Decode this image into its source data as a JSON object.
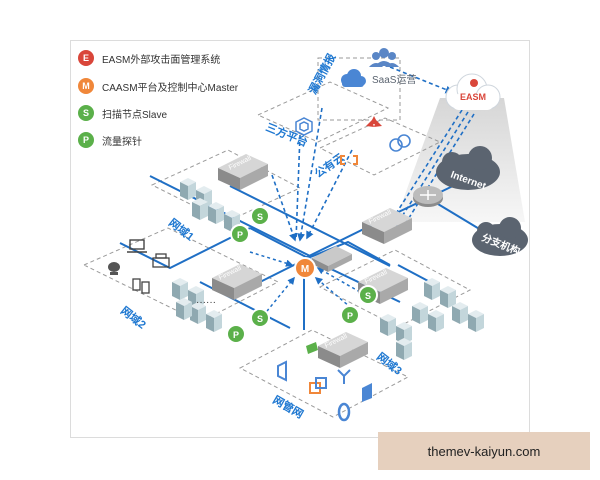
{
  "legend": [
    {
      "badge": "E",
      "label": "EASM外部攻击面管理系统",
      "color": "#d9463a"
    },
    {
      "badge": "M",
      "label": "CAASM平台及控制中心Master",
      "color": "#f0873a"
    },
    {
      "badge": "S",
      "label": "扫描节点Slave",
      "color": "#5bb04a"
    },
    {
      "badge": "P",
      "label": "流量探针",
      "color": "#5bb04a"
    }
  ],
  "labels": {
    "saas": "SaaS运营",
    "easm_cloud": "EASM",
    "vuln_intel": "漏洞情报",
    "third_party": "三方平台",
    "public_cloud": "公有云",
    "internet": "Internet",
    "branch": "分支机构",
    "domain1": "网域1",
    "domain2": "网域2",
    "domain3": "网域3",
    "dmz": "网管网",
    "firewall": "Firewall"
  },
  "node_badges": {
    "master": "M",
    "slave": "S",
    "probe": "P"
  },
  "colors": {
    "line": "#1f6fc5",
    "dash": "#1f6fc5",
    "zone": "#9a9a9a",
    "label": "#1f78d1",
    "cloud": "#5b6470"
  },
  "watermark": "themev-kaiyun.com"
}
